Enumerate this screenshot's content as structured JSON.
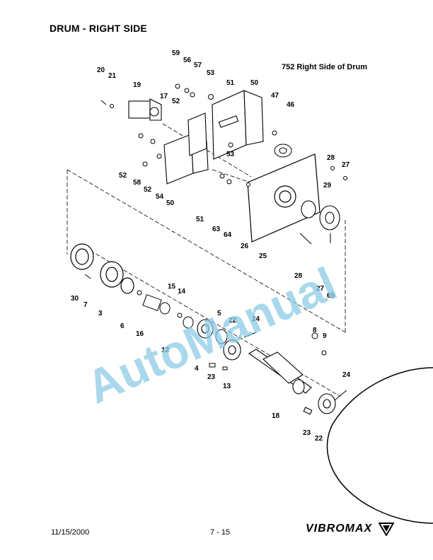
{
  "header": {
    "title": "DRUM - RIGHT SIDE"
  },
  "diagram": {
    "caption": "752 Right Side of Drum",
    "callouts": [
      "20",
      "21",
      "19",
      "59",
      "56",
      "57",
      "53",
      "51",
      "50",
      "47",
      "46",
      "17",
      "52",
      "53",
      "52",
      "58",
      "52",
      "54",
      "50",
      "51",
      "63",
      "64",
      "28",
      "27",
      "29",
      "26",
      "25",
      "27",
      "65",
      "28",
      "30",
      "7",
      "3",
      "6",
      "16",
      "15",
      "14",
      "12",
      "5",
      "22",
      "24",
      "4",
      "23",
      "13",
      "8",
      "9",
      "18",
      "24",
      "23",
      "22"
    ]
  },
  "watermark": {
    "text": "AutoManual"
  },
  "footer": {
    "date": "11/15/2000",
    "page": "7 - 15",
    "brand": "VIBROMAX"
  },
  "colors": {
    "watermark": "#8ccbe6",
    "ink": "#000000"
  }
}
